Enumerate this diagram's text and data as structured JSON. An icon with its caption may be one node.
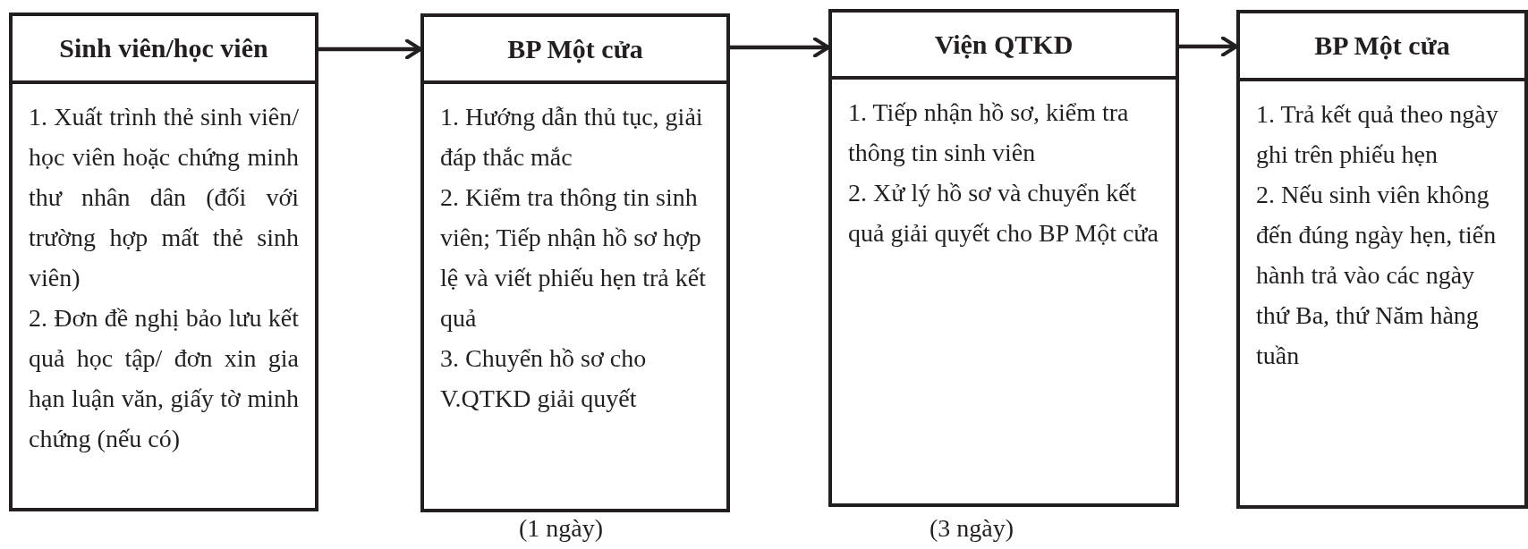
{
  "diagram": {
    "nodes": [
      {
        "text": [
          "Sinh viên/học viên"
        ]
      },
      {
        "text": [
          "1. Xuất trình thẻ sinh viên/ học viên hoặc chứng minh thư nhân dân (đối với trường hợp mất thẻ sinh viên)",
          "2. Đơn đề nghị bảo lưu kết quả học tập/ đơn xin gia hạn luận văn, giấy tờ minh chứng (nếu có)"
        ]
      },
      {
        "text": [
          "BP Một cửa"
        ]
      },
      {
        "text": [
          "1. Hướng dẫn thủ tục, giải đáp thắc mắc",
          "2. Kiểm tra thông tin sinh viên; Tiếp nhận hồ sơ hợp lệ và viết phiếu hẹn trả kết quả",
          "3. Chuyển hồ sơ cho V.QTKD giải quyết"
        ],
        "beside": [
          "(1 ngày)"
        ]
      },
      {
        "text": [
          "Viện QTKD"
        ]
      },
      {
        "text": [
          "1. Tiếp nhận hồ sơ, kiểm tra thông tin sinh viên",
          "2. Xử lý hồ sơ và chuyển kết quả giải quyết cho BP Một cửa"
        ],
        "beside": [
          "(3 ngày)"
        ]
      },
      {
        "text": [
          "BP Một cửa"
        ]
      },
      {
        "text": [
          "1. Trả kết quả theo ngày ghi trên phiếu hẹn",
          "2. Nếu sinh viên không đến đúng ngày hẹn, tiến hành trả vào các ngày thứ Ba, thứ Năm hàng tuần"
        ]
      }
    ],
    "edges": [
      {
        "from": 0,
        "to": 2,
        "arrow": "to"
      },
      {
        "from": 2,
        "to": 4,
        "arrow": "to"
      },
      {
        "from": 4,
        "to": 6,
        "arrow": "to"
      }
    ]
  }
}
